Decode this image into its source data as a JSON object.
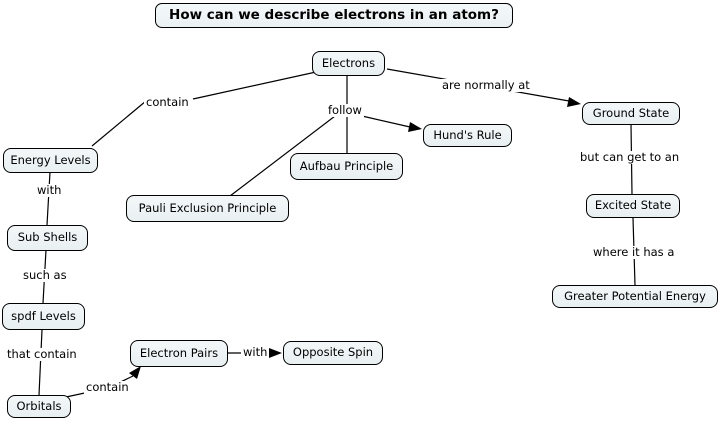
{
  "title": "How can we describe electrons in an atom?",
  "nodes": {
    "electrons": "Electrons",
    "energy_levels": "Energy Levels",
    "sub_shells": "Sub Shells",
    "spdf_levels": "spdf Levels",
    "orbitals": "Orbitals",
    "electron_pairs": "Electron Pairs",
    "opposite_spin": "Opposite Spin",
    "pauli_exclusion_principle": "Pauli Exclusion Principle",
    "aufbau_principle": "Aufbau Principle",
    "hunds_rule": "Hund's Rule",
    "ground_state": "Ground State",
    "excited_state": "Excited State",
    "greater_potential_energy": "Greater Potential Energy"
  },
  "edge_labels": {
    "contain_energy_levels": "contain",
    "follow": "follow",
    "are_normally_at": "are normally at",
    "with_sub_shells": "with",
    "such_as": "such as",
    "that_contain": "that contain",
    "contain_electron_pairs": "contain",
    "with_opposite_spin": "with",
    "but_can_get_to_an": "but can get to an",
    "where_it_has_a": "where it has a"
  },
  "colors": {
    "background": "#ffffff",
    "node_fill": "#edf2f3",
    "node_border": "#000000",
    "line": "#000000"
  }
}
